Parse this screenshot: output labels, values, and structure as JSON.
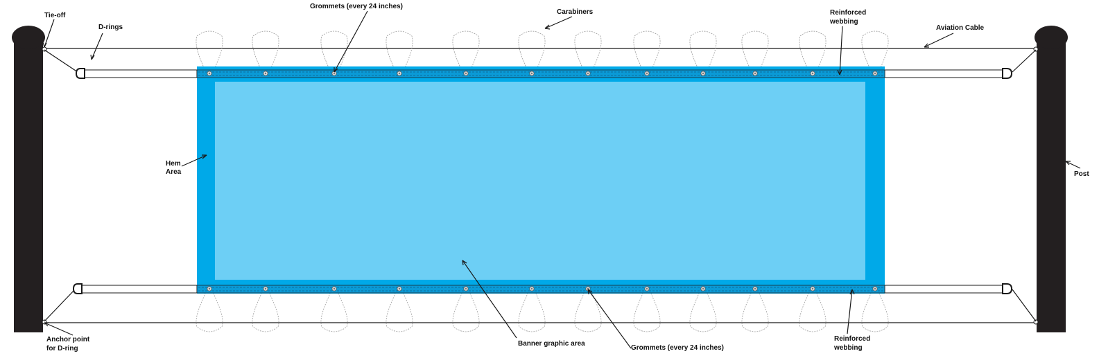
{
  "labels": {
    "tie_off": "Tie-off",
    "d_rings": "D-rings",
    "grommets_top": "Grommets (every 24 inches)",
    "carabiners": "Carabiners",
    "reinforced_webbing_top_1": "Reinforced",
    "reinforced_webbing_top_2": "webbing",
    "aviation_cable": "Aviation Cable",
    "hem_area_1": "Hem",
    "hem_area_2": "Area",
    "post": "Post",
    "anchor_point_1": "Anchor point",
    "anchor_point_2": "for D-ring",
    "banner_graphic_area": "Banner graphic area",
    "grommets_bottom": "Grommets (every 24 inches)",
    "reinforced_webbing_bottom_1": "Reinforced",
    "reinforced_webbing_bottom_2": "webbing"
  },
  "colors": {
    "post": "#231f20",
    "hem": "#00a9e8",
    "graphic_area": "#6dcff5",
    "cable": "#1a1a1a"
  },
  "grommet_count_per_edge": 12
}
